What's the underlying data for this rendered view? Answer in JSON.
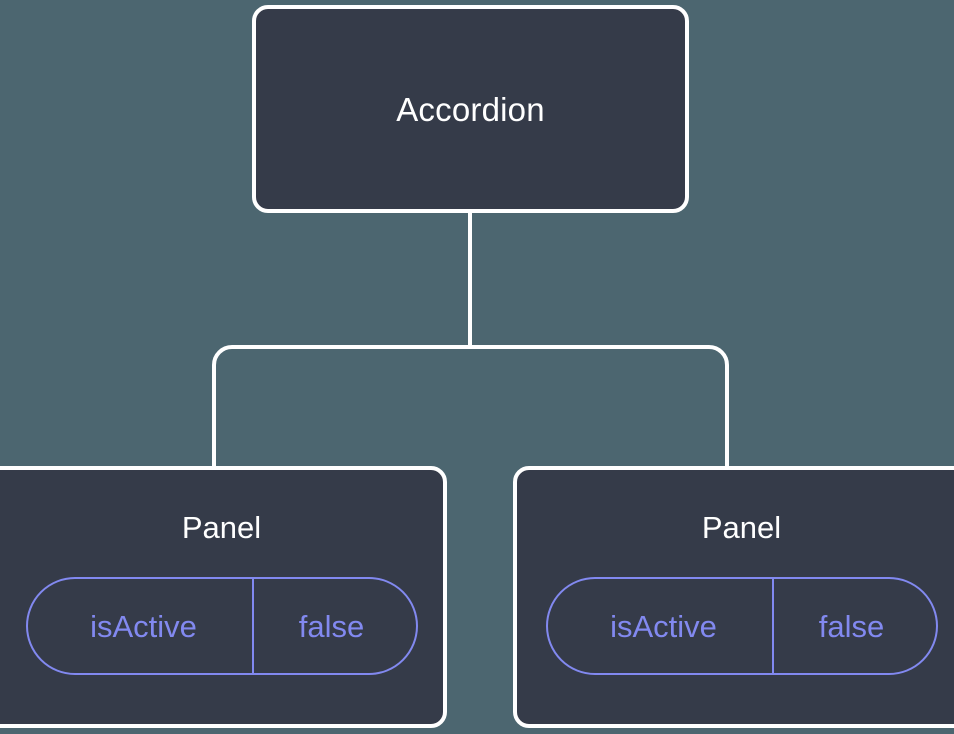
{
  "diagram": {
    "type": "component-tree",
    "background_color": "#4c6670",
    "node_fill_color": "#353b49",
    "node_border_color": "#ffffff",
    "edge_color": "#ffffff",
    "prop_color": "#8289f0",
    "title_color": "#ffffff",
    "root": {
      "label": "Accordion"
    },
    "children": [
      {
        "label": "Panel",
        "props": [
          {
            "key": "isActive",
            "value": "false"
          }
        ]
      },
      {
        "label": "Panel",
        "props": [
          {
            "key": "isActive",
            "value": "false"
          }
        ]
      }
    ]
  }
}
